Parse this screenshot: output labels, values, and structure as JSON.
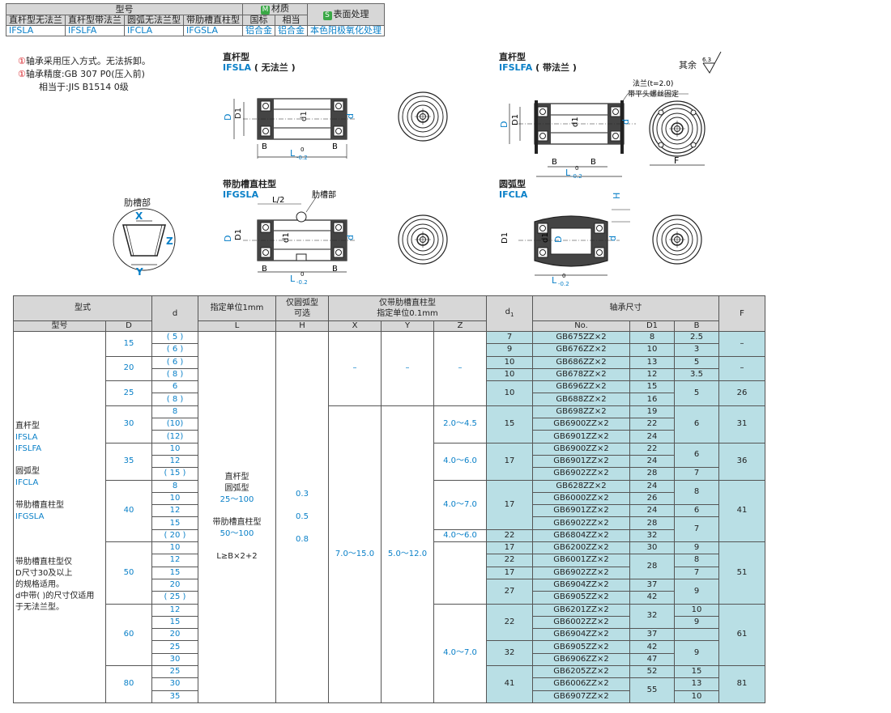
{
  "top_table": {
    "model_header": "型号",
    "material_badge": "M",
    "material_header": "材质",
    "surface_badge": "S",
    "surface_header": "表面处理",
    "col_names": [
      "直杆型无法兰",
      "直杆型带法兰",
      "圆弧无法兰型",
      "带肋槽直柱型"
    ],
    "std_label": "国标",
    "equiv_label": "相当",
    "codes": [
      "IFSLA",
      "IFSLFA",
      "IFCLA",
      "IFGSLA"
    ],
    "material_std": "铝合金",
    "material_equiv": "铝合金",
    "surface_value": "本色阳极氧化处理"
  },
  "notes": {
    "mark": "①",
    "note1": "轴承采用压入方式。无法拆卸。",
    "note2": "轴承精度:GB 307 P0(压入前)",
    "note3": "相当于:JIS B1514 0级"
  },
  "figures": {
    "straight": {
      "title": "直杆型",
      "code": "IFSLA",
      "sub": "( 无法兰 )"
    },
    "flange": {
      "title": "直杆型",
      "code": "IFSLFA",
      "sub": "( 带法兰 )"
    },
    "groove": {
      "title": "带肋槽直柱型",
      "code": "IFGSLA"
    },
    "arc": {
      "title": "圆弧型",
      "code": "IFCLA"
    },
    "rib_detail": "肋槽部",
    "rib_part": "肋槽部",
    "half_L": "L/2",
    "other": "其余",
    "roughness": "6.3",
    "flange_t": "法兰(t=2.0)",
    "flange_screw": "带平头螺丝固定",
    "dims": {
      "D": "D",
      "D1": "D1",
      "d": "d",
      "d1": "d1",
      "B": "B",
      "L": "L",
      "Lz": "0",
      "Lt": "-0.2",
      "F": "F",
      "H": "H",
      "X": "X",
      "Y": "Y",
      "Z": "Z"
    }
  },
  "main_table": {
    "h_type": "型式",
    "h_d": "d",
    "h_L": "指定单位1mm",
    "h_H": "仅圆弧型\n可选",
    "h_XYZ": "仅带肋槽直柱型\n指定单位0.1mm",
    "h_d1": "d1",
    "h_bearing": "轴承尺寸",
    "h_F": "F",
    "s_model": "型号",
    "s_D": "D",
    "s_L": "L",
    "s_H": "H",
    "s_X": "X",
    "s_Y": "Y",
    "s_Z": "Z",
    "s_No": "No.",
    "s_D1": "D1",
    "s_B": "B",
    "left_text": [
      "直杆型",
      "IFSLA",
      "IFSLFA",
      "",
      "圆弧型",
      "IFCLA",
      "",
      "带肋槽直柱型",
      "IFGSLA",
      "",
      "",
      "",
      "带肋槽直柱型仅",
      "D尺寸30及以上",
      "的规格适用。",
      "d中带( )的尺寸仅适用",
      "于无法兰型。"
    ],
    "L_text": [
      "直杆型",
      "圆弧型",
      "25～100",
      "",
      "带肋槽直柱型",
      "50～100",
      "",
      "L≥B×2+2"
    ],
    "H_values": [
      "0.3",
      "0.5",
      "0.8"
    ],
    "dash": "–",
    "X_range": "7.0～15.0",
    "Y_range": "5.0～12.0",
    "rows": [
      {
        "D": "15",
        "d": "( 5 )",
        "d1": "7",
        "no": "GB675ZZ×2",
        "D1": "8",
        "B": "2.5",
        "F": "–"
      },
      {
        "d": "( 6 )",
        "d1": "9",
        "no": "GB676ZZ×2",
        "D1": "10",
        "B": "3"
      },
      {
        "D": "20",
        "d": "( 6 )",
        "d1": "10",
        "no": "GB686ZZ×2",
        "D1": "13",
        "B": "5",
        "F": "–"
      },
      {
        "d": "( 8 )",
        "d1": "10",
        "no": "GB678ZZ×2",
        "D1": "12",
        "B": "3.5"
      },
      {
        "D": "25",
        "d": "6",
        "d1": "10",
        "no": "GB696ZZ×2",
        "D1": "15",
        "B": "5",
        "F": "26"
      },
      {
        "d": "( 8 )",
        "no": "GB688ZZ×2",
        "D1": "16"
      },
      {
        "D": "30",
        "d": "8",
        "d1": "15",
        "no": "GB698ZZ×2",
        "D1": "19",
        "B": "6",
        "F": "31",
        "Z": "2.0～4.5"
      },
      {
        "d": "(10)",
        "no": "GB6900ZZ×2",
        "D1": "22"
      },
      {
        "d": "(12)",
        "no": "GB6901ZZ×2",
        "D1": "24"
      },
      {
        "D": "35",
        "d": "10",
        "d1": "17",
        "no": "GB6900ZZ×2",
        "D1": "22",
        "B": "6",
        "F": "36",
        "Z": "4.0～6.0"
      },
      {
        "d": "12",
        "no": "GB6901ZZ×2",
        "D1": "24"
      },
      {
        "d": "( 15 )",
        "no": "GB6902ZZ×2",
        "D1": "28",
        "B": "7"
      },
      {
        "D": "40",
        "d": "8",
        "d1": "17",
        "no": "GB628ZZ×2",
        "D1": "24",
        "B": "8",
        "F": "41",
        "Z": "4.0～7.0"
      },
      {
        "d": "10",
        "no": "GB6000ZZ×2",
        "D1": "26"
      },
      {
        "d": "12",
        "no": "GB6901ZZ×2",
        "D1": "24",
        "B": "6"
      },
      {
        "d": "15",
        "no": "GB6902ZZ×2",
        "D1": "28",
        "B": "7"
      },
      {
        "d": "( 20 )",
        "d1": "22",
        "no": "GB6804ZZ×2",
        "D1": "32",
        "Z": "4.0～6.0"
      },
      {
        "D": "50",
        "d": "10",
        "d1": "17",
        "no": "GB6200ZZ×2",
        "D1": "30",
        "B": "9",
        "F": "51"
      },
      {
        "d": "12",
        "d1": "22",
        "no": "GB6001ZZ×2",
        "D1": "28",
        "B": "8"
      },
      {
        "d": "15",
        "d1": "17",
        "no": "GB6902ZZ×2",
        "B": "7"
      },
      {
        "d": "20",
        "d1": "27",
        "no": "GB6904ZZ×2",
        "D1": "37",
        "B": "9"
      },
      {
        "d": "( 25 )",
        "no": "GB6905ZZ×2",
        "D1": "42"
      },
      {
        "D": "60",
        "d": "12",
        "d1": "22",
        "no": "GB6201ZZ×2",
        "D1": "32",
        "B": "10",
        "F": "61",
        "Z": "4.0～7.0"
      },
      {
        "d": "15",
        "no": "GB6002ZZ×2",
        "B": "9"
      },
      {
        "d": "20",
        "no": "GB6904ZZ×2",
        "D1": "37"
      },
      {
        "d": "25",
        "d1": "32",
        "no": "GB6905ZZ×2",
        "D1": "42",
        "B": "9"
      },
      {
        "d": "30",
        "no": "GB6906ZZ×2",
        "D1": "47"
      },
      {
        "D": "80",
        "d": "25",
        "d1": "41",
        "no": "GB6205ZZ×2",
        "D1": "52",
        "B": "15",
        "F": "81"
      },
      {
        "d": "30",
        "no": "GB6006ZZ×2",
        "D1": "55",
        "B": "13"
      },
      {
        "d": "35",
        "no": "GB6907ZZ×2",
        "B": "10"
      }
    ]
  }
}
